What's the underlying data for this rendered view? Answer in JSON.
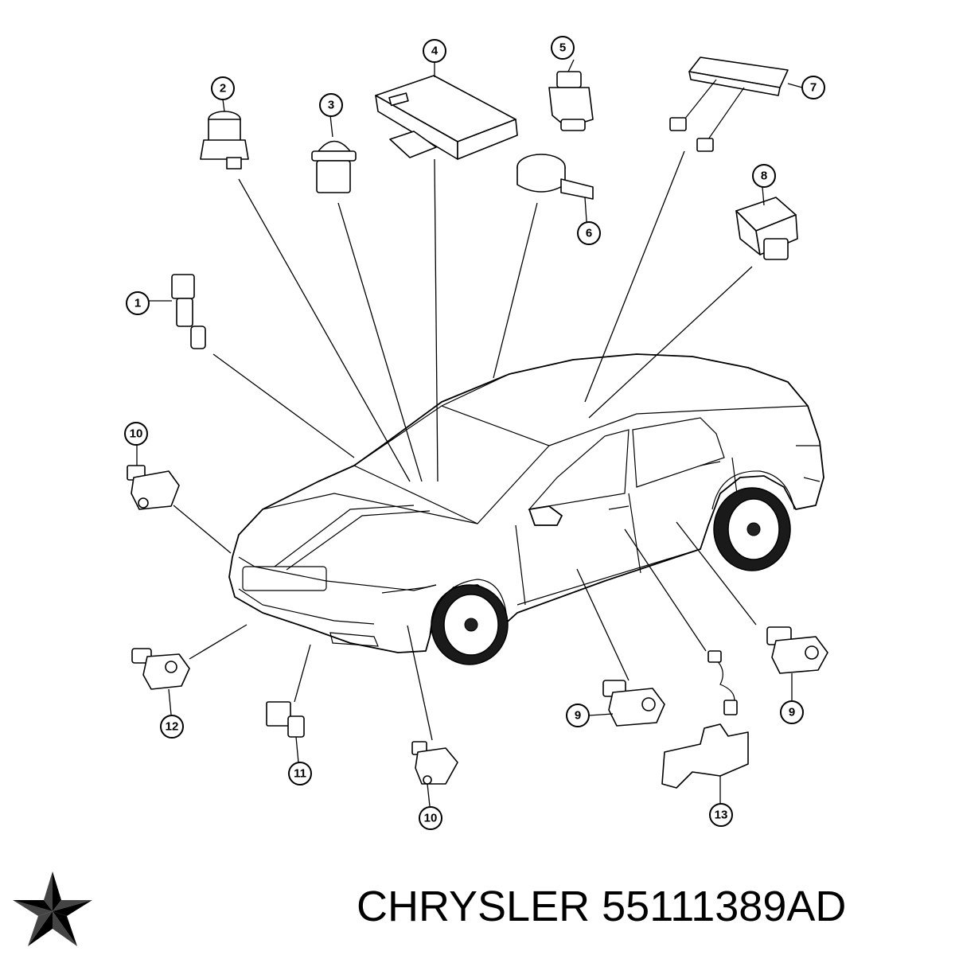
{
  "footer": {
    "brand": "CHRYSLER",
    "part_number": "55111389AD"
  },
  "callouts": [
    {
      "label": "1"
    },
    {
      "label": "2"
    },
    {
      "label": "3"
    },
    {
      "label": "4"
    },
    {
      "label": "5"
    },
    {
      "label": "6"
    },
    {
      "label": "7"
    },
    {
      "label": "8"
    },
    {
      "label": "9"
    },
    {
      "label": "9"
    },
    {
      "label": "10"
    },
    {
      "label": "10"
    },
    {
      "label": "11"
    },
    {
      "label": "12"
    },
    {
      "label": "13"
    }
  ],
  "icons": {
    "logo": "chrysler-pentastar-icon"
  }
}
